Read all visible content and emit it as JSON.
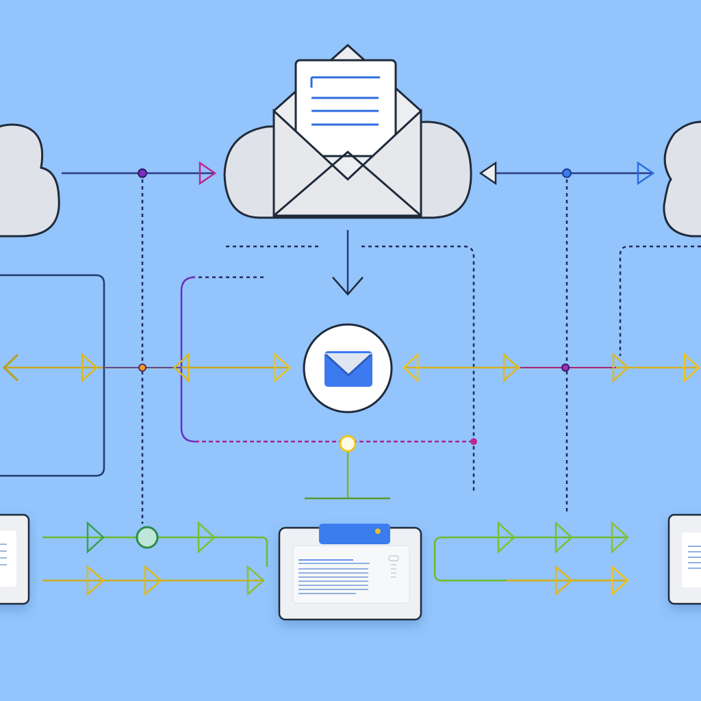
{
  "colors": {
    "background": "#93c4fb",
    "navy": "#1e3a6e",
    "purple": "#7b2fbe",
    "magenta": "#c0268f",
    "yellow": "#f2c417",
    "green": "#6dbb2f",
    "blue_accent": "#3b7bef",
    "card": "#eef0f3"
  },
  "nodes": [
    "cloud-left",
    "cloud-email-center",
    "cloud-right",
    "mail-hub",
    "document-left",
    "document-center",
    "document-right"
  ]
}
